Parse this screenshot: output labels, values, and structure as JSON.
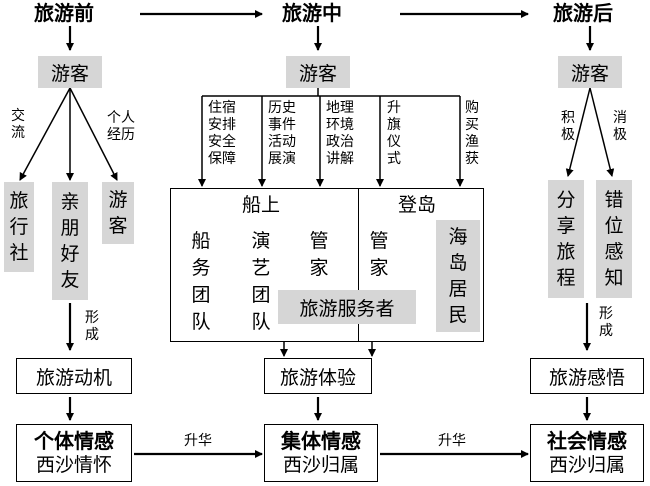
{
  "phases": {
    "before": "旅游前",
    "during": "旅游中",
    "after": "旅游后"
  },
  "tourist": "游客",
  "before": {
    "edge_exchange": "交流",
    "edge_personal": "个人经历",
    "nodes": [
      "旅行社",
      "亲朋好友",
      "游客"
    ],
    "edge_form": "形成",
    "motivation": "旅游动机",
    "individual_title": "个体情感",
    "individual_sub": "西沙情怀"
  },
  "during": {
    "edges": [
      "住宿安排安全保障",
      "历史事件活动展演",
      "地理环境政治讲解",
      "升旗仪式",
      "购买渔获"
    ],
    "ship_title": "船上",
    "island_title": "登岛",
    "ship_cols": [
      "船务团队",
      "演艺团队",
      "管家"
    ],
    "island_col": "管家",
    "service": "旅游服务者",
    "residents": "海岛居民",
    "experience": "旅游体验",
    "collective_title": "集体情感",
    "collective_sub": "西沙归属"
  },
  "after": {
    "edge_positive": "积极",
    "edge_negative": "消极",
    "nodes": [
      "分享旅程",
      "错位感知"
    ],
    "edge_form": "形成",
    "insight": "旅游感悟",
    "social_title": "社会情感",
    "social_sub": "西沙归属"
  },
  "sublimation": "升华"
}
